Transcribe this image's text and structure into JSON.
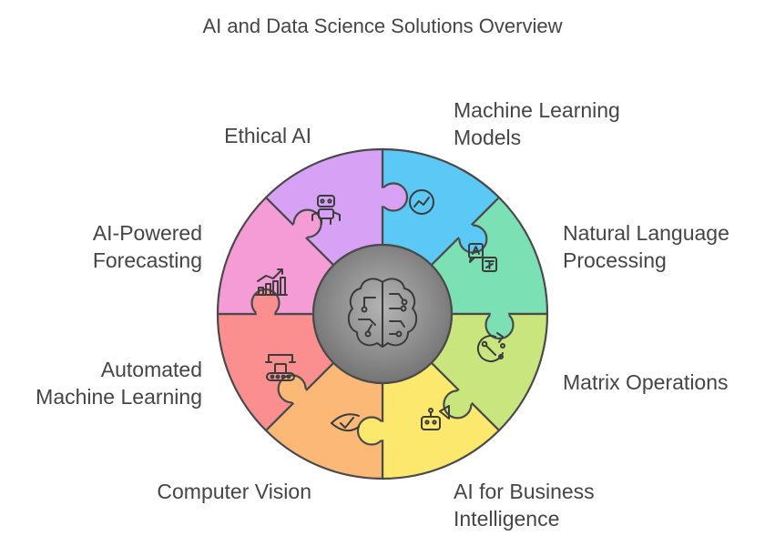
{
  "title": "AI and Data Science Solutions Overview",
  "segments": [
    {
      "id": "ml",
      "lines": [
        "Machine Learning",
        "Models"
      ],
      "color": "#5bc8f5",
      "icon": "line-chart-icon"
    },
    {
      "id": "nlp",
      "lines": [
        "Natural Language",
        "Processing"
      ],
      "color": "#7be0b4",
      "icon": "translate-icon"
    },
    {
      "id": "matrix",
      "lines": [
        "Matrix Operations"
      ],
      "color": "#c8e67d",
      "icon": "transform-icon"
    },
    {
      "id": "bi",
      "lines": [
        "AI for Business",
        "Intelligence"
      ],
      "color": "#fbe86c",
      "icon": "robot-megaphone-icon"
    },
    {
      "id": "cv",
      "lines": [
        "Computer Vision"
      ],
      "color": "#fcb877",
      "icon": "eye-check-icon"
    },
    {
      "id": "automl",
      "lines": [
        "Automated",
        "Machine Learning"
      ],
      "color": "#fb8f8f",
      "icon": "robot-arm-icon"
    },
    {
      "id": "forecast",
      "lines": [
        "AI-Powered",
        "Forecasting"
      ],
      "color": "#f59bd6",
      "icon": "bar-growth-icon"
    },
    {
      "id": "ethical",
      "lines": [
        "Ethical AI"
      ],
      "color": "#d7a2f5",
      "icon": "robot-icon"
    }
  ],
  "center": {
    "color": "#8c8c8c",
    "icon": "brain-circuit-icon"
  }
}
